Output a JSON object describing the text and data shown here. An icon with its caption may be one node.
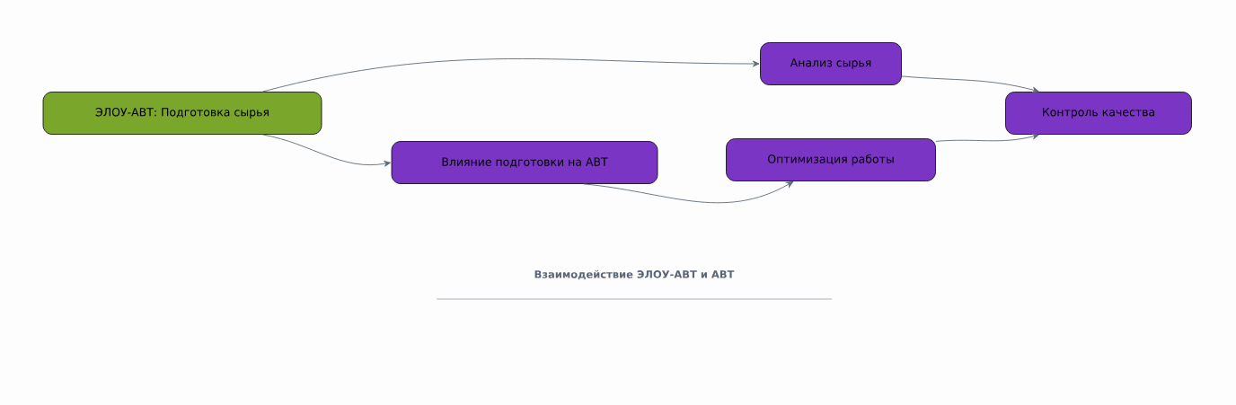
{
  "diagram": {
    "caption": "Взаимодействие ЭЛОУ-АВТ и АВТ",
    "nodes": [
      {
        "text": [
          "ЭЛОУ-АВТ: Подготовка сырья"
        ]
      },
      {
        "text": [
          "Анализ сырья"
        ]
      },
      {
        "text": [
          "Влияние подготовки на АВТ"
        ]
      },
      {
        "text": [
          "Оптимизация работы"
        ]
      },
      {
        "text": [
          "Контроль качества"
        ]
      }
    ],
    "edges": [
      {
        "from": 0,
        "to": 1,
        "arrow": "to"
      },
      {
        "from": 0,
        "to": 2,
        "arrow": "to"
      },
      {
        "from": 2,
        "to": 3,
        "arrow": "to"
      },
      {
        "from": 1,
        "to": 4,
        "arrow": "to"
      },
      {
        "from": 3,
        "to": 4,
        "arrow": "to"
      }
    ]
  }
}
